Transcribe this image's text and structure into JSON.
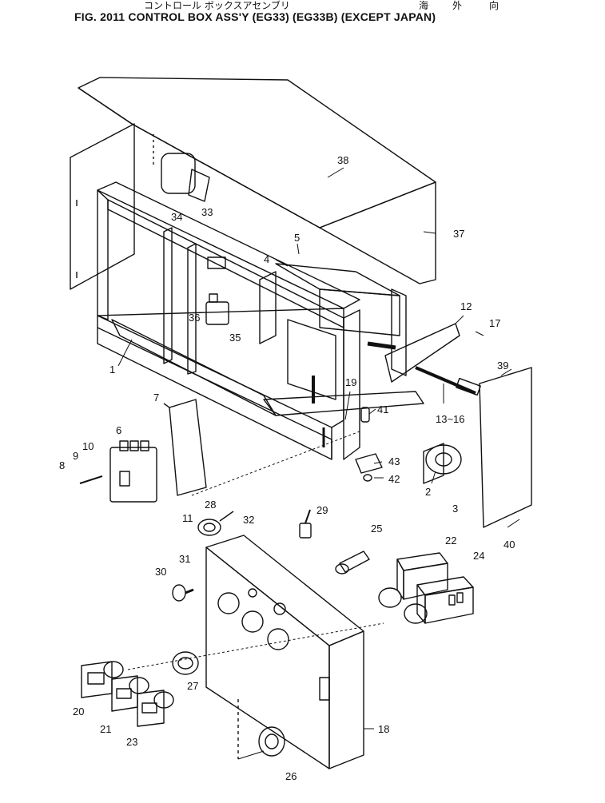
{
  "header": {
    "japanese_title": "コントロール ボックスアセンブリ",
    "japanese_region": [
      "海",
      "外",
      "向"
    ],
    "figure_title": "FIG. 2011  CONTROL BOX ASS'Y (EG33) (EG33B) (EXCEPT JAPAN)"
  },
  "callouts": [
    "1",
    "2",
    "3",
    "4",
    "5",
    "6",
    "7",
    "8",
    "9",
    "10",
    "11",
    "12",
    "13~16",
    "17",
    "18",
    "19",
    "20",
    "21",
    "22",
    "23",
    "24",
    "25",
    "26",
    "27",
    "28",
    "29",
    "30",
    "31",
    "32",
    "33",
    "34",
    "35",
    "36",
    "37",
    "38",
    "39",
    "40",
    "41",
    "42",
    "43"
  ],
  "colors": {
    "ink": "#111111",
    "paper": "#ffffff"
  }
}
